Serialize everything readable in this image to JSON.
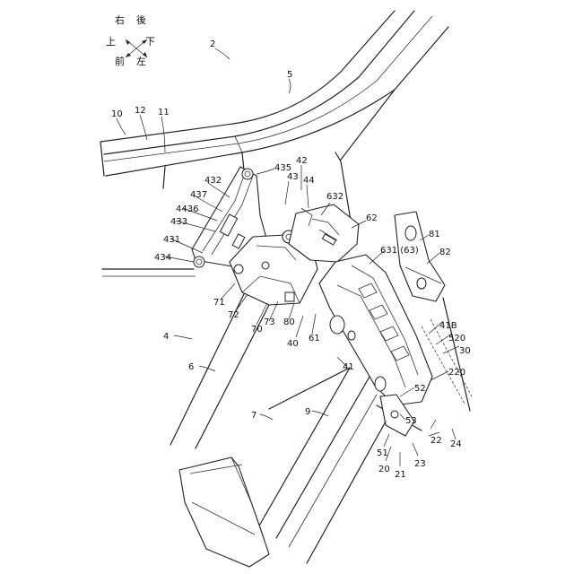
{
  "orientation": {
    "up": "上",
    "right": "右",
    "rear": "後",
    "front": "前",
    "left": "左",
    "down": "下"
  },
  "labels": [
    {
      "id": "2",
      "text": "2"
    },
    {
      "id": "5",
      "text": "5"
    },
    {
      "id": "10",
      "text": "10"
    },
    {
      "id": "12",
      "text": "12"
    },
    {
      "id": "11",
      "text": "11"
    },
    {
      "id": "435",
      "text": "435"
    },
    {
      "id": "42",
      "text": "42"
    },
    {
      "id": "43",
      "text": "43"
    },
    {
      "id": "44",
      "text": "44"
    },
    {
      "id": "432",
      "text": "432"
    },
    {
      "id": "437",
      "text": "437"
    },
    {
      "id": "4436",
      "text": "4436"
    },
    {
      "id": "433",
      "text": "433"
    },
    {
      "id": "431",
      "text": "431"
    },
    {
      "id": "434",
      "text": "434"
    },
    {
      "id": "632",
      "text": "632"
    },
    {
      "id": "62",
      "text": "62"
    },
    {
      "id": "631-63",
      "text": "631 (63)"
    },
    {
      "id": "81",
      "text": "81"
    },
    {
      "id": "82",
      "text": "82"
    },
    {
      "id": "71",
      "text": "71"
    },
    {
      "id": "72",
      "text": "72"
    },
    {
      "id": "70",
      "text": "70"
    },
    {
      "id": "73",
      "text": "73"
    },
    {
      "id": "80",
      "text": "80"
    },
    {
      "id": "40",
      "text": "40"
    },
    {
      "id": "61",
      "text": "61"
    },
    {
      "id": "41B",
      "text": "41B"
    },
    {
      "id": "520",
      "text": "520"
    },
    {
      "id": "30",
      "text": "30"
    },
    {
      "id": "4",
      "text": "4"
    },
    {
      "id": "41",
      "text": "41"
    },
    {
      "id": "6",
      "text": "6"
    },
    {
      "id": "220",
      "text": "220"
    },
    {
      "id": "52",
      "text": "52"
    },
    {
      "id": "7",
      "text": "7"
    },
    {
      "id": "9",
      "text": "9"
    },
    {
      "id": "53",
      "text": "53"
    },
    {
      "id": "22",
      "text": "22"
    },
    {
      "id": "24",
      "text": "24"
    },
    {
      "id": "51",
      "text": "51"
    },
    {
      "id": "20",
      "text": "20"
    },
    {
      "id": "21",
      "text": "21"
    },
    {
      "id": "23",
      "text": "23"
    }
  ]
}
